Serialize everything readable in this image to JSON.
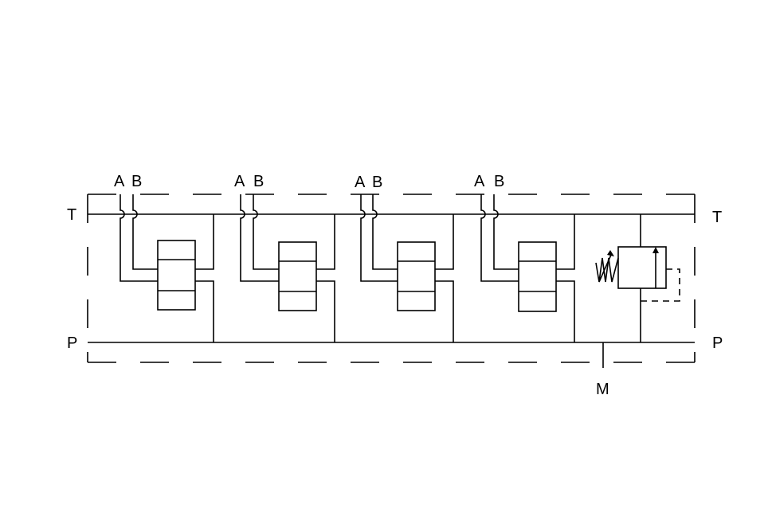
{
  "ports": {
    "t_left": "T",
    "t_right": "T",
    "p_left": "P",
    "p_right": "P",
    "m": "M"
  },
  "sections": [
    {
      "a": "A",
      "b": "B"
    },
    {
      "a": "A",
      "b": "B"
    },
    {
      "a": "A",
      "b": "B"
    },
    {
      "a": "A",
      "b": "B"
    }
  ],
  "relief_valve": "pressure-relief-valve-symbol"
}
